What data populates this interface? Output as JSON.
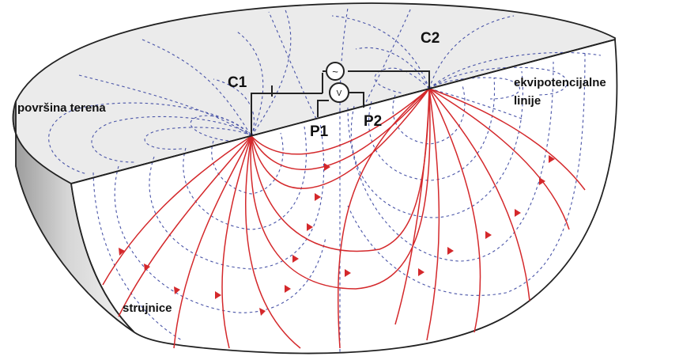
{
  "labels": {
    "c1": "C1",
    "c2": "C2",
    "p1": "P1",
    "p2": "P2",
    "surface": "površina terena",
    "equipotential_line1": "ekvipotencijalne",
    "equipotential_line2": "linije",
    "current_lines": "strujnice"
  },
  "instruments": {
    "ammeter_symbol": "~",
    "voltmeter_symbol": "V"
  },
  "colors": {
    "current_lines": "#d4282b",
    "equipotential_lines": "#4a55a8",
    "surface": "#ebebeb",
    "section_face": "#ffffff"
  }
}
